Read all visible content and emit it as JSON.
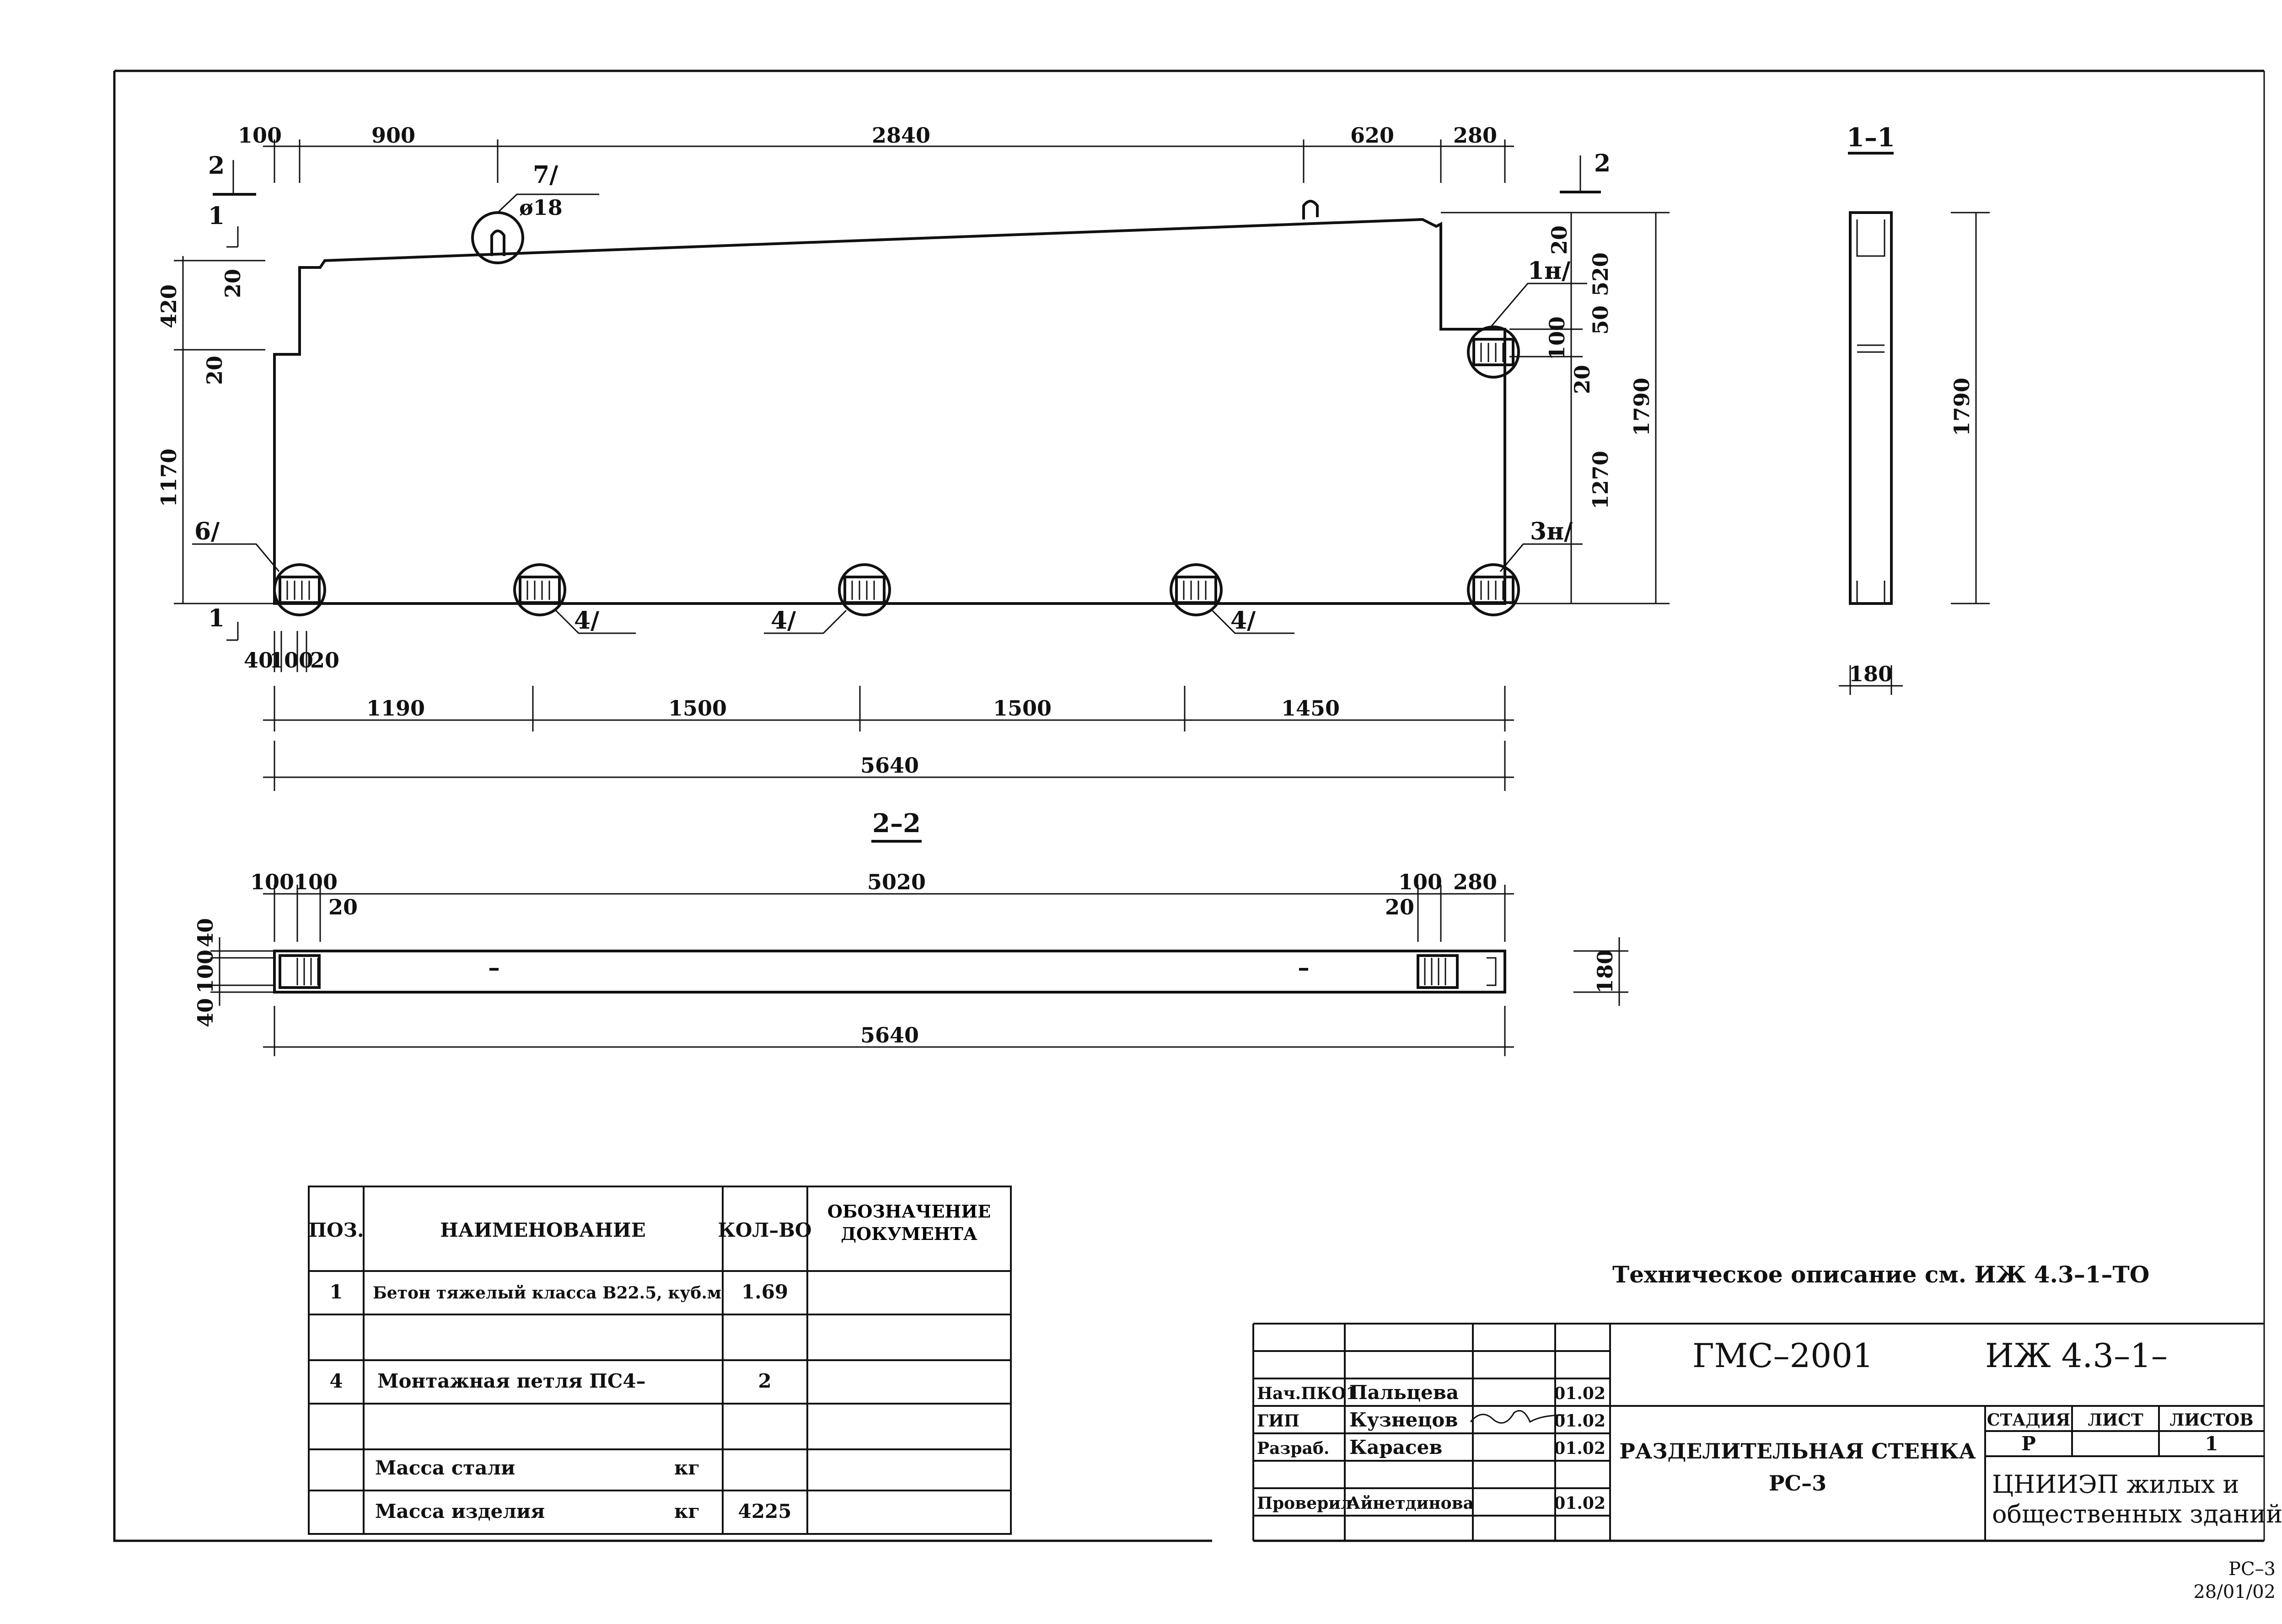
{
  "section_labels": {
    "s11": "1–1",
    "s22": "2–2",
    "cut1": "1",
    "cut2": "2"
  },
  "top_dims": [
    "100",
    "900",
    "2840",
    "620",
    "280"
  ],
  "bottom_dims": [
    "40",
    "100",
    "20",
    "1190",
    "1500",
    "1500",
    "1450",
    "5640"
  ],
  "left_dims": [
    "420",
    "20",
    "20",
    "1170"
  ],
  "right_dims": [
    "20",
    "520",
    "100",
    "50",
    "20",
    "1270",
    "1790"
  ],
  "callouts": {
    "c7": "7/",
    "phi": "ø18",
    "c1n": "1н/",
    "c3n": "3н/",
    "c6": "6/",
    "c4": "4/"
  },
  "section11_dims": {
    "height": "1790",
    "width": "180"
  },
  "plan22_dims": {
    "top": [
      "100",
      "100",
      "20",
      "5020",
      "100",
      "280",
      "20"
    ],
    "left": [
      "40",
      "100",
      "40"
    ],
    "right": "180",
    "total": "5640"
  },
  "spec_table": {
    "headers": [
      "ПОЗ.",
      "НАИМЕНОВАНИЕ",
      "КОЛ–ВО",
      "ОБОЗНАЧЕНИЕ ДОКУМЕНТА"
    ],
    "rows": [
      {
        "pos": "1",
        "name": "Бетон тяжелый класса В22.5, куб.м",
        "qty": "1.69",
        "doc": ""
      },
      {
        "pos": "",
        "name": "",
        "qty": "",
        "doc": ""
      },
      {
        "pos": "4",
        "name": "Монтажная петля ПС4–",
        "qty": "2",
        "doc": ""
      },
      {
        "pos": "",
        "name": "",
        "qty": "",
        "doc": ""
      },
      {
        "pos": "",
        "name": "Масса стали",
        "unit": "кг",
        "qty": "",
        "doc": ""
      },
      {
        "pos": "",
        "name": "Масса изделия",
        "unit": "кг",
        "qty": "4225",
        "doc": ""
      }
    ]
  },
  "tech_note": "Техническое описание  см. ИЖ 4.3–1–ТО",
  "title_block": {
    "project": "ГМС–2001",
    "code": "ИЖ 4.3–1–",
    "name_line1": "РАЗДЕЛИТЕЛЬНАЯ СТЕНКА",
    "name_line2": "РС–3",
    "stage_hdr": "СТАДИЯ",
    "sheet_hdr": "ЛИСТ",
    "sheets_hdr": "ЛИСТОВ",
    "stage": "Р",
    "sheet": "1",
    "org_line1": "ЦНИИЭП жилых и",
    "org_line2": "общественных зданий",
    "staff": [
      {
        "role": "Нач.ПКО1",
        "name": "Пальцева",
        "date": "01.02"
      },
      {
        "role": "ГИП",
        "name": "Кузнецов",
        "date": "01.02"
      },
      {
        "role": "Разраб.",
        "name": "Карасев",
        "date": "01.02"
      },
      {
        "role": "Проверил",
        "name": "Айнетдинова",
        "date": "01.02"
      }
    ]
  },
  "footer": {
    "line1": "РС–3",
    "line2": "28/01/02"
  }
}
